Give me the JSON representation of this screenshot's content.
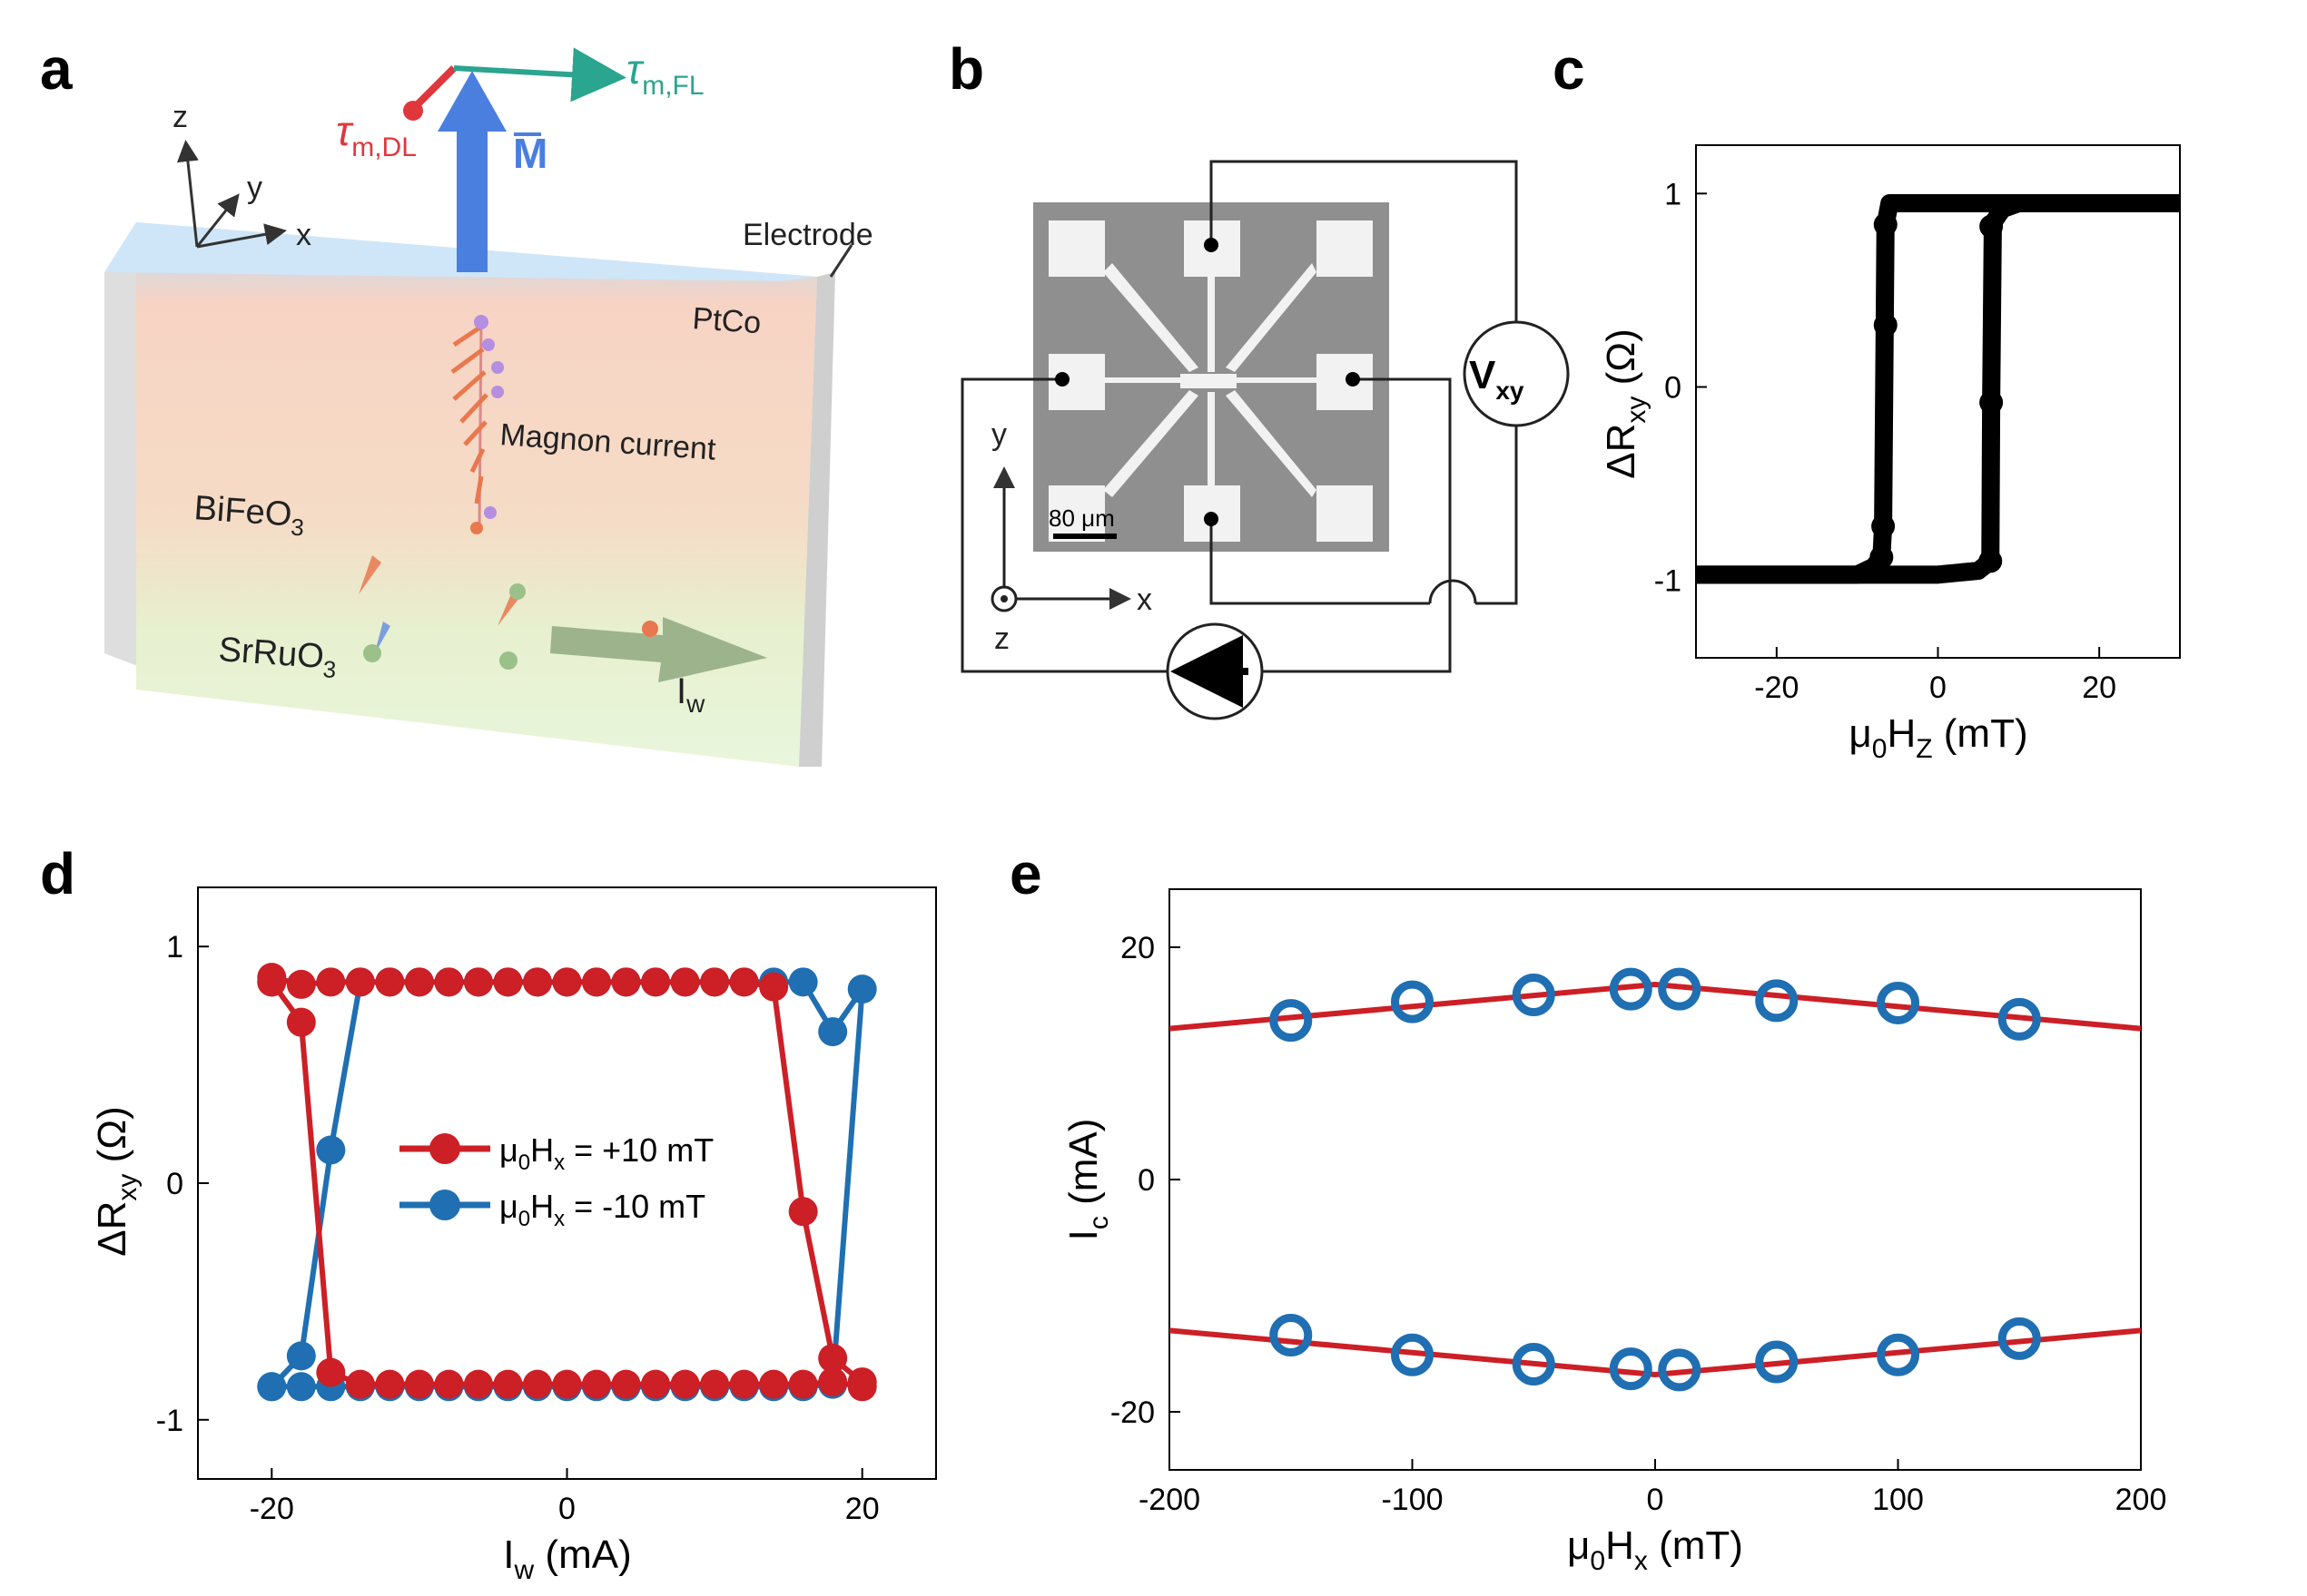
{
  "panels": {
    "a": {
      "letter": "a",
      "axes": {
        "z": "z",
        "y": "y",
        "x": "x"
      },
      "torque_dl": "τ",
      "torque_dl_sub": "m,DL",
      "torque_fl": "τ",
      "torque_fl_sub": "m,FL",
      "moment": "M",
      "electrode": "Electrode",
      "ptco": "PtCo",
      "magnon_current": "Magnon current",
      "bifeo3": "BiFeO",
      "bifeo3_sub": "3",
      "srruo3": "SrRuO",
      "srruo3_sub": "3",
      "iw": "I",
      "iw_sub": "w",
      "colors": {
        "dl": "#e0373d",
        "fl": "#2aa58f",
        "moment": "#4a7fe0"
      }
    },
    "b": {
      "letter": "b",
      "scale_bar": "80 μm",
      "vxy": "V",
      "vxy_sub": "xy",
      "axes": {
        "y": "y",
        "x": "x",
        "z": "z"
      }
    },
    "c": {
      "letter": "c",
      "ylabel_main": "ΔR",
      "ylabel_sub": "xy",
      "ylabel_unit": " (Ω)",
      "xlabel_main": "μ",
      "xlabel_sub0": "0",
      "xlabel_mid": "H",
      "xlabel_sub": "Z",
      "xlabel_unit": " (mT)"
    },
    "d": {
      "letter": "d",
      "ylabel_main": "ΔR",
      "ylabel_sub": "xy",
      "ylabel_unit": " (Ω)",
      "xlabel_main": "I",
      "xlabel_sub": "w",
      "xlabel_unit": " (mA)",
      "legend": [
        {
          "pre": "μ",
          "sub0": "0",
          "mid": "H",
          "sub": "x",
          "post": " = +10 mT"
        },
        {
          "pre": "μ",
          "sub0": "0",
          "mid": "H",
          "sub": "x",
          "post": " = -10 mT"
        }
      ]
    },
    "e": {
      "letter": "e",
      "ylabel_main": "I",
      "ylabel_sub": "c",
      "ylabel_unit": " (mA)",
      "xlabel_main": "μ",
      "xlabel_sub0": "0",
      "xlabel_mid": "H",
      "xlabel_sub": "x",
      "xlabel_unit": " (mT)"
    }
  },
  "chart_data": [
    {
      "panel": "c",
      "type": "line",
      "xlim": [
        -30,
        30
      ],
      "ylim": [
        -1.4,
        1.25
      ],
      "xticks": [
        -20,
        0,
        20
      ],
      "yticks": [
        -1,
        0,
        1
      ],
      "color": "#000000",
      "series": [
        {
          "x": [
            -30,
            -10,
            -8,
            -7,
            -6.8,
            -6.6,
            -6.5,
            -6,
            0,
            10,
            20,
            30
          ],
          "y": [
            -0.97,
            -0.97,
            -0.93,
            -0.88,
            -0.72,
            0.32,
            0.84,
            0.95,
            0.95,
            0.95,
            0.95,
            0.95
          ]
        },
        {
          "x": [
            30,
            20,
            10,
            8,
            7,
            6.8,
            6.6,
            6.5,
            5,
            0,
            -10,
            -20,
            -30
          ],
          "y": [
            0.95,
            0.95,
            0.95,
            0.92,
            0.86,
            0.83,
            -0.08,
            -0.9,
            -0.95,
            -0.97,
            -0.97,
            -0.97,
            -0.97
          ]
        }
      ],
      "markers": [
        {
          "x": -6.5,
          "y": 0.84
        },
        {
          "x": -6.5,
          "y": 0.32
        },
        {
          "x": -6.8,
          "y": -0.72
        },
        {
          "x": -7,
          "y": -0.88
        },
        {
          "x": 6.6,
          "y": 0.83
        },
        {
          "x": 6.6,
          "y": -0.08
        },
        {
          "x": 6.5,
          "y": -0.9
        }
      ]
    },
    {
      "panel": "d",
      "type": "line",
      "xlim": [
        -25,
        25
      ],
      "ylim": [
        -1.25,
        1.25
      ],
      "xticks": [
        -20,
        0,
        20
      ],
      "yticks": [
        -1,
        0,
        1
      ],
      "series": [
        {
          "name": "μ0Hx = +10 mT",
          "color": "#cc1f26",
          "x": [
            -20,
            -20,
            -18,
            -16,
            -14,
            -12,
            -10,
            -8,
            -6,
            -4,
            -2,
            0,
            2,
            4,
            6,
            8,
            10,
            12,
            14,
            16,
            18,
            20,
            20,
            18,
            16,
            14,
            12,
            10,
            8,
            6,
            4,
            2,
            0,
            -2,
            -4,
            -6,
            -8,
            -10,
            -12,
            -14,
            -16,
            -18,
            -20
          ],
          "y": [
            0.85,
            0.87,
            0.84,
            0.85,
            0.85,
            0.85,
            0.85,
            0.85,
            0.85,
            0.85,
            0.85,
            0.85,
            0.85,
            0.85,
            0.85,
            0.85,
            0.85,
            0.85,
            0.83,
            -0.12,
            -0.74,
            -0.84,
            -0.86,
            -0.84,
            -0.85,
            -0.85,
            -0.85,
            -0.85,
            -0.85,
            -0.85,
            -0.85,
            -0.85,
            -0.85,
            -0.85,
            -0.85,
            -0.85,
            -0.85,
            -0.85,
            -0.85,
            -0.85,
            -0.8,
            0.68,
            0.85
          ]
        },
        {
          "name": "μ0Hx = -10 mT",
          "color": "#1f6fb2",
          "x": [
            -20,
            -18,
            -16,
            -14,
            -12,
            -10,
            -8,
            -6,
            -4,
            -2,
            0,
            2,
            4,
            6,
            8,
            10,
            12,
            14,
            16,
            18,
            20,
            18,
            16,
            14,
            12,
            10,
            8,
            6,
            4,
            2,
            0,
            -2,
            -4,
            -6,
            -8,
            -10,
            -12,
            -14,
            -16,
            -18,
            -20
          ],
          "y": [
            -0.86,
            -0.86,
            -0.86,
            -0.86,
            -0.86,
            -0.86,
            -0.86,
            -0.86,
            -0.86,
            -0.86,
            -0.86,
            -0.86,
            -0.86,
            -0.86,
            -0.86,
            -0.86,
            -0.86,
            -0.86,
            -0.86,
            -0.85,
            0.82,
            0.64,
            0.85,
            0.85,
            0.85,
            0.85,
            0.85,
            0.85,
            0.85,
            0.85,
            0.85,
            0.85,
            0.85,
            0.85,
            0.85,
            0.85,
            0.85,
            0.85,
            0.14,
            -0.73,
            -0.86
          ]
        }
      ]
    },
    {
      "panel": "e",
      "type": "scatter",
      "xlim": [
        -200,
        200
      ],
      "ylim": [
        -25,
        25
      ],
      "xticks": [
        -200,
        -100,
        0,
        100,
        200
      ],
      "yticks": [
        -20,
        0,
        20
      ],
      "points_color": "#1f6fb2",
      "fit_color": "#cc1f26",
      "points": [
        {
          "x": -150,
          "y": 13.7
        },
        {
          "x": -100,
          "y": 15.3
        },
        {
          "x": -50,
          "y": 15.9
        },
        {
          "x": -10,
          "y": 16.4
        },
        {
          "x": 10,
          "y": 16.4
        },
        {
          "x": 50,
          "y": 15.4
        },
        {
          "x": 100,
          "y": 15.2
        },
        {
          "x": 150,
          "y": 13.8
        },
        {
          "x": -150,
          "y": -13.4
        },
        {
          "x": -100,
          "y": -15.1
        },
        {
          "x": -50,
          "y": -15.9
        },
        {
          "x": -10,
          "y": -16.3
        },
        {
          "x": 10,
          "y": -16.4
        },
        {
          "x": 50,
          "y": -15.7
        },
        {
          "x": 100,
          "y": -15.1
        },
        {
          "x": 150,
          "y": -13.7
        }
      ],
      "fits": [
        {
          "x": [
            -200,
            0,
            200
          ],
          "y": [
            13.0,
            16.8,
            13.0
          ]
        },
        {
          "x": [
            -200,
            0,
            200
          ],
          "y": [
            -13.0,
            -16.8,
            -13.0
          ]
        }
      ]
    }
  ]
}
